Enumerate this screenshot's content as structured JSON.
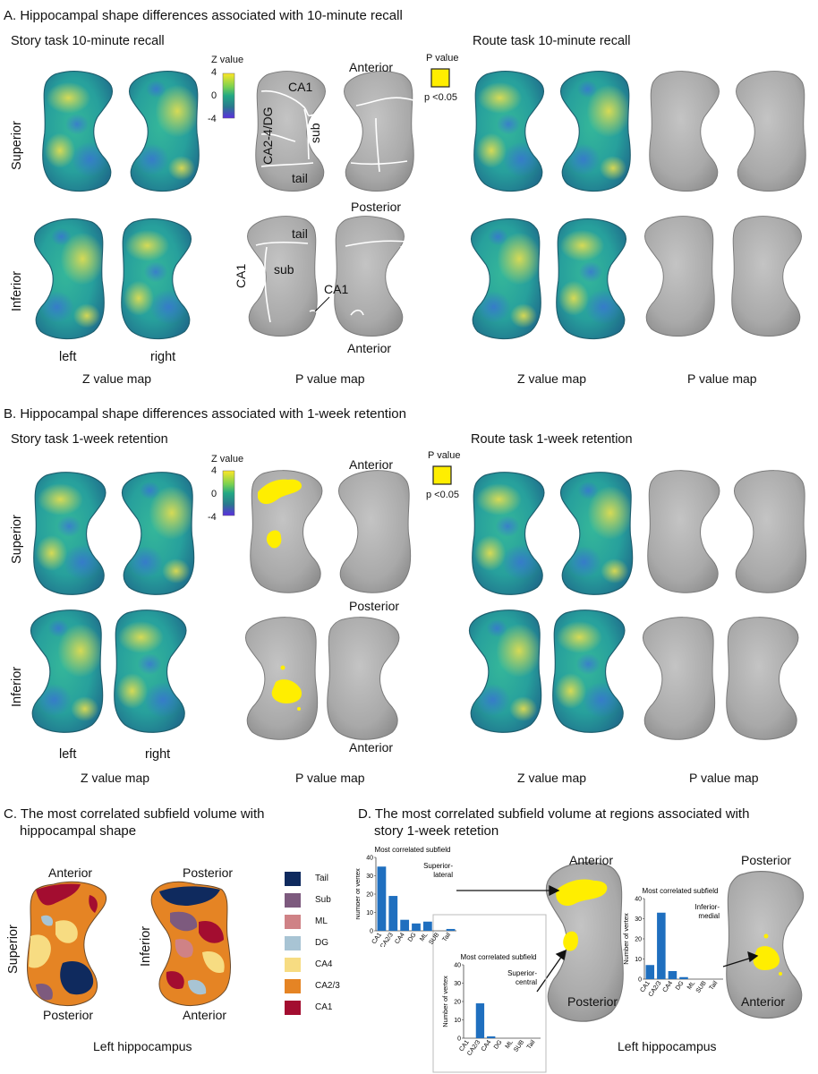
{
  "sections": {
    "A": {
      "title": "A. Hippocampal shape differences associated with 10-minute recall",
      "story_title": "Story task 10-minute recall",
      "route_title": "Route task 10-minute recall"
    },
    "B": {
      "title": "B. Hippocampal shape differences associated with 1-week retention",
      "story_title": "Story task 1-week retention",
      "route_title": "Route task 1-week retention"
    },
    "C": {
      "title_line1": "C. The most correlated subfield volume with",
      "title_line2": "hippocampal shape",
      "caption": "Left hippocampus"
    },
    "D": {
      "title_line1": "D. The most correlated subfield volume at regions associated with",
      "title_line2": "story 1-week retetion",
      "caption": "Left hippocampus"
    }
  },
  "labels": {
    "superior": "Superior",
    "inferior": "Inferior",
    "left": "left",
    "right": "right",
    "anterior": "Anterior",
    "posterior": "Posterior",
    "z_map": "Z value map",
    "p_map": "P value map"
  },
  "zbar": {
    "title": "Z value",
    "max": "4",
    "mid": "0",
    "min": "-4"
  },
  "plegend": {
    "title": "P value",
    "label": "p <0.05",
    "color": "#ffee00"
  },
  "subfield_labels": {
    "ca1_top": "CA1",
    "ca24dg": "CA2-4/DG",
    "sub_top": "sub",
    "tail_top": "tail",
    "tail_bottom": "tail",
    "sub_bottom": "sub",
    "ca1_left": "CA1",
    "ca1_bottom": "CA1"
  },
  "legend_C": [
    {
      "label": "Tail",
      "color": "#0f2a5e"
    },
    {
      "label": "Sub",
      "color": "#7d5a7e"
    },
    {
      "label": "ML",
      "color": "#cf8286"
    },
    {
      "label": "DG",
      "color": "#a8c4d4"
    },
    {
      "label": "CA4",
      "color": "#f7dc82"
    },
    {
      "label": "CA2/3",
      "color": "#e58424"
    },
    {
      "label": "CA1",
      "color": "#a30d30"
    }
  ],
  "chart_data": [
    {
      "type": "bar",
      "title": "Most correlated subfield",
      "annotation": "Superior-\nlateral",
      "annotation_l1": "Superior-",
      "annotation_l2": "lateral",
      "ylabel": "Number of vertex",
      "categories": [
        "CA1",
        "CA2/3",
        "CA4",
        "DG",
        "ML",
        "SUB",
        "Tail"
      ],
      "values": [
        35,
        19,
        6,
        4,
        5,
        0,
        1
      ],
      "ylim": [
        0,
        40
      ],
      "yticks": [
        0,
        10,
        20,
        30,
        40
      ],
      "color": "#1f6fbf"
    },
    {
      "type": "bar",
      "title": "Most correlated subfield",
      "annotation_l1": "Superior-",
      "annotation_l2": "central",
      "ylabel": "Number of vertex",
      "categories": [
        "CA1",
        "CA2/3",
        "CA4",
        "DG",
        "ML",
        "SUB",
        "Tail"
      ],
      "values": [
        0,
        19,
        1,
        0,
        0,
        0,
        0
      ],
      "ylim": [
        0,
        40
      ],
      "yticks": [
        0,
        10,
        20,
        30,
        40
      ],
      "color": "#1f6fbf"
    },
    {
      "type": "bar",
      "title": "Most correlated subfield",
      "annotation_l1": "Inferior-",
      "annotation_l2": "medial",
      "ylabel": "Number of vertex",
      "categories": [
        "CA1",
        "CA2/3",
        "CA4",
        "DG",
        "ML",
        "SUB",
        "Tail"
      ],
      "values": [
        7,
        33,
        4,
        1,
        0,
        0,
        0
      ],
      "ylim": [
        0,
        40
      ],
      "yticks": [
        0,
        10,
        20,
        30,
        40
      ],
      "color": "#1f6fbf"
    }
  ]
}
